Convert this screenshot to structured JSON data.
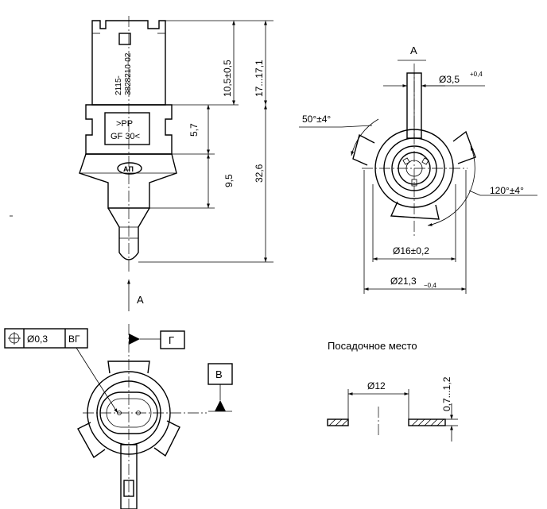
{
  "side_view": {
    "part_number_line1": "2115-",
    "part_number_line2": "3828210-02",
    "material_line1": ">PP",
    "material_line2": "GF 30<",
    "logo_text": "AП",
    "view_arrow_label": "A",
    "dimensions": {
      "d_10_5": "10,5±0,5",
      "d_17": "17...17,1",
      "d_5_7": "5,7",
      "d_9_5": "9,5",
      "d_32_6": "32,6"
    }
  },
  "view_a": {
    "title": "A",
    "hole_diameter": "Ø3,5",
    "hole_tolerance": "+0,4",
    "angle_50": "50°±4°",
    "angle_120": "120°±4°",
    "d_16": "Ø16±0,2",
    "d_21_3": "Ø21,3",
    "d_21_3_tolerance": "−0,4"
  },
  "bottom_view": {
    "tolerance_frame": {
      "symbol": "⌖",
      "value": "Ø0,3",
      "datums": "ВГ"
    },
    "datum_g": "Г",
    "datum_v": "В"
  },
  "seat": {
    "title": "Посадочное место",
    "diameter": "Ø12",
    "thickness": "0,7...1,2"
  }
}
